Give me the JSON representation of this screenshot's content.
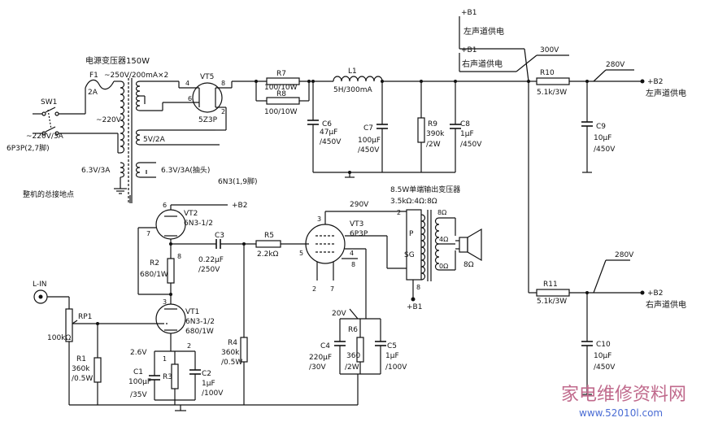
{
  "power": {
    "transformer": "电源变压器150W",
    "fuse_ref": "F1",
    "fuse_val": "2A",
    "sec_hv": "~250V/200mA×2",
    "mains": "~220V",
    "switch_ref": "SW1",
    "mains_in": "~220V/3A",
    "heater_note": "6P3P(2,7脚)",
    "sec_5v": "5V/2A",
    "sec_63_a": "6.3V/3A",
    "sec_63_b": "6.3V/3A(抽头)",
    "heater_6n3": "6N3(1,9脚)",
    "ground_note": "整机的总接地点",
    "rect_ref": "VT5",
    "rect_type": "5Z3P",
    "pin4": "4",
    "pin6": "6",
    "pin8": "8",
    "pin2": "2",
    "r7_ref": "R7",
    "r7_val": "100/10W",
    "r8_ref": "R8",
    "r8_val": "100/10W",
    "l1_ref": "L1",
    "l1_val": "5H/300mA",
    "c6_ref": "C6",
    "c6_val1": "47μF",
    "c6_val2": "/450V",
    "c7_ref": "C7",
    "c7_val1": "100μF",
    "c7_val2": "/450V",
    "r9_ref": "R9",
    "r9_val1": "390k",
    "r9_val2": "/2W",
    "c8_ref": "C8",
    "c8_val1": "1μF",
    "c8_val2": "/450V"
  },
  "rails": {
    "b1_top": "+B1",
    "left_ch": "左声道供电",
    "b1_mid": "+B1",
    "right_ch": "右声道供电",
    "v300": "300V",
    "r10_ref": "R10",
    "r10_val": "5.1k/3W",
    "v280_top": "280V",
    "b2_top": "+B2",
    "left_ch2": "左声道供电",
    "c9_ref": "C9",
    "c9_val1": "10μF",
    "c9_val2": "/450V",
    "v280_bot": "280V",
    "r11_ref": "R11",
    "r11_val": "5.1k/3W",
    "b2_bot": "+B2",
    "right_ch2": "右声道供电",
    "c10_ref": "C10",
    "c10_val1": "10μF",
    "c10_val2": "/450V"
  },
  "amp": {
    "input": "L-IN",
    "rp1_ref": "RP1",
    "rp1_val": "100kΩ",
    "r1_ref": "R1",
    "r1_val1": "360k",
    "r1_val2": "/0.5W",
    "vt1_ref": "VT1",
    "vt1_type": "6N3-1/2",
    "vt1_note": "680/1W",
    "vt2_ref": "VT2",
    "vt2_type": "6N3-1/2",
    "b2_amp": "+B2",
    "pin6": "6",
    "pin7": "7",
    "pin8": "8",
    "pin3": "3",
    "pin2": "2",
    "pin1": "1",
    "r2_ref": "R2",
    "r2_val": "680/1W",
    "c3_ref": "C3",
    "c3_val1": "0.22μF",
    "c3_val2": "/250V",
    "r5_ref": "R5",
    "r5_val": "2.2kΩ",
    "r4_ref": "R4",
    "r4_val1": "360k",
    "r4_val2": "/0.5W",
    "v26": "2.6V",
    "c1_ref": "C1",
    "c1_val1": "100μF",
    "c1_val2": "/35V",
    "r3_ref": "R3",
    "c2_ref": "C2",
    "c2_val1": "1μF",
    "c2_val2": "/100V",
    "vt3_ref": "VT3",
    "vt3_type": "6P3P",
    "v290": "290V",
    "p3": "3",
    "p5": "5",
    "p4": "4",
    "p2": "2",
    "p7": "7",
    "p8": "8",
    "ot_title": "8.5W单端输出变压器",
    "ot_imp": "3.5kΩ:4Ω:8Ω",
    "ot_p": "P",
    "ot_sg": "SG",
    "ot_8a": "8Ω",
    "ot_4": "4Ω",
    "ot_0": "0Ω",
    "spk": "8Ω",
    "b1_amp": "+B1",
    "ot_pin8": "8",
    "ot_pin2": "2",
    "v20": "20V",
    "c4_ref": "C4",
    "c4_val1": "220μF",
    "c4_val2": "/30V",
    "r6_ref": "R6",
    "r6_val1": "360",
    "r6_val2": "/2W",
    "c5_ref": "C5",
    "c5_val1": "1μF",
    "c5_val2": "/100V"
  },
  "watermark": {
    "text": "家电维修资料网",
    "url": "www.52010l.com"
  }
}
